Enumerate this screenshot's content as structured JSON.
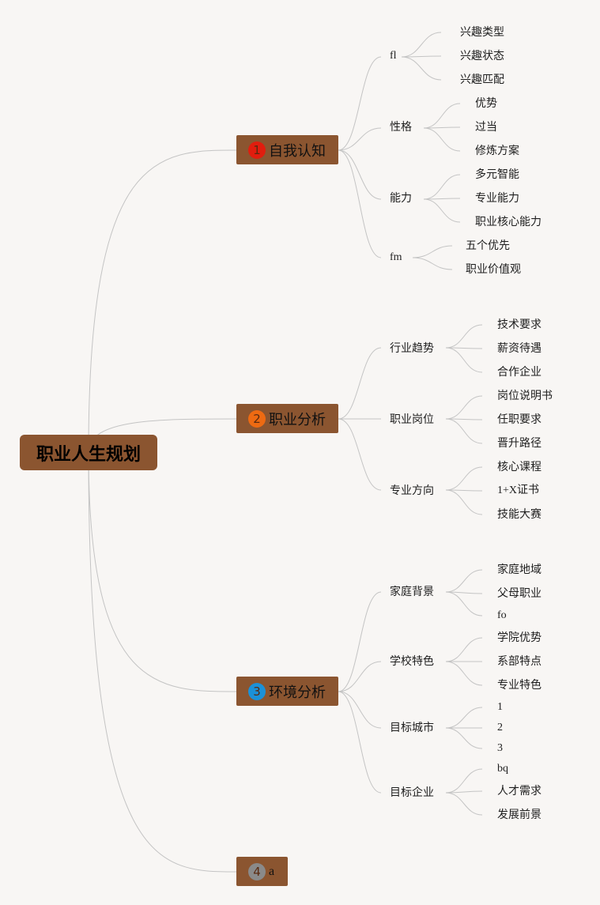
{
  "root": {
    "label": "职业人生规划"
  },
  "branches": [
    {
      "number": "1",
      "label": "自我认知",
      "badge_color": "#e11d0e",
      "children": [
        {
          "label": "fl",
          "children": [
            "兴趣类型",
            "兴趣状态",
            "兴趣匹配"
          ]
        },
        {
          "label": "性格",
          "children": [
            "优势",
            "过当",
            "修炼方案"
          ]
        },
        {
          "label": "能力",
          "children": [
            "多元智能",
            "专业能力",
            "职业核心能力"
          ]
        },
        {
          "label": "fm",
          "children": [
            "五个优先",
            "职业价值观"
          ]
        }
      ]
    },
    {
      "number": "2",
      "label": "职业分析",
      "badge_color": "#ee6a12",
      "children": [
        {
          "label": "行业趋势",
          "children": [
            "技术要求",
            "薪资待遇",
            "合作企业"
          ]
        },
        {
          "label": "职业岗位",
          "children": [
            "岗位说明书",
            "任职要求",
            "晋升路径"
          ]
        },
        {
          "label": "专业方向",
          "children": [
            "核心课程",
            "1+X证书",
            "技能大赛"
          ]
        }
      ]
    },
    {
      "number": "3",
      "label": "环境分析",
      "badge_color": "#1b91d8",
      "children": [
        {
          "label": "家庭背景",
          "children": [
            "家庭地域",
            "父母职业",
            "fo"
          ]
        },
        {
          "label": "学校特色",
          "children": [
            "学院优势",
            "系部特点",
            "专业特色"
          ]
        },
        {
          "label": "目标城市",
          "children": [
            "1",
            "2",
            "3"
          ]
        },
        {
          "label": "目标企业",
          "children": [
            "bq",
            "人才需求",
            "发展前景"
          ]
        }
      ]
    },
    {
      "number": "4",
      "label": "a",
      "badge_color": "#8a8a8a",
      "children": []
    }
  ]
}
